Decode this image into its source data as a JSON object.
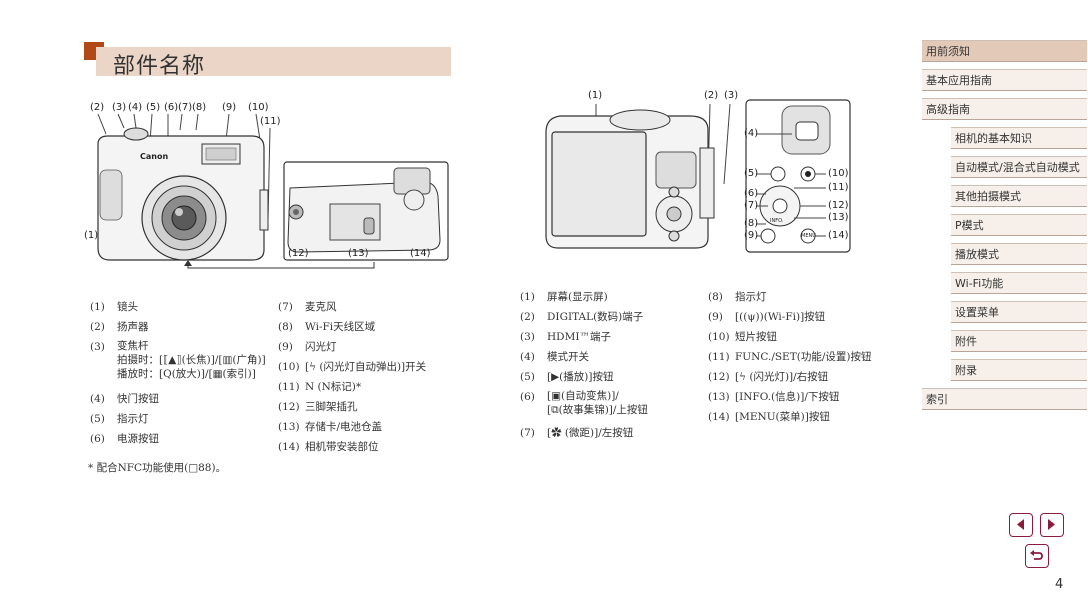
{
  "page": {
    "title": "部件名称",
    "number": "4"
  },
  "front_figure": {
    "top_labels": [
      "(2)",
      "(3)",
      "(4)",
      "(5)",
      "(6)",
      "(7)",
      "(8)",
      "(9)",
      "(10)",
      "(11)"
    ],
    "left_label": "(1)",
    "inset_labels": [
      "(12)",
      "(13)",
      "(14)"
    ],
    "brand": "Canon"
  },
  "back_figure": {
    "top_labels": [
      "(1)",
      "(2)",
      "(3)"
    ],
    "side_labels_left": [
      "(4)",
      "(5)",
      "(6)",
      "(7)",
      "(8)",
      "(9)"
    ],
    "side_labels_right": [
      "(10)",
      "(11)",
      "(12)",
      "(13)",
      "(14)"
    ],
    "btn_menu": "MENU",
    "btn_info": "INFO."
  },
  "front_parts_col1": [
    {
      "n": "(1)",
      "t": "镜头"
    },
    {
      "n": "(2)",
      "t": "扬声器"
    },
    {
      "n": "(3)",
      "t": "变焦杆",
      "sub": [
        "拍摄时：[⟦▲⟧(长焦)]/[▥(广角)]",
        "播放时：[Q(放大)]/[▦(索引)]"
      ]
    },
    {
      "n": "(4)",
      "t": "快门按钮"
    },
    {
      "n": "(5)",
      "t": "指示灯"
    },
    {
      "n": "(6)",
      "t": "电源按钮"
    }
  ],
  "front_parts_col2": [
    {
      "n": "(7)",
      "t": "麦克风"
    },
    {
      "n": "(8)",
      "t": "Wi-Fi天线区域"
    },
    {
      "n": "(9)",
      "t": "闪光灯"
    },
    {
      "n": "(10)",
      "t": "[ϟ (闪光灯自动弹出)]开关"
    },
    {
      "n": "(11)",
      "t": "N (N标记)*"
    },
    {
      "n": "(12)",
      "t": "三脚架插孔"
    },
    {
      "n": "(13)",
      "t": "存储卡/电池仓盖"
    },
    {
      "n": "(14)",
      "t": "相机带安装部位"
    }
  ],
  "back_parts_col1": [
    {
      "n": "(1)",
      "t": "屏幕(显示屏)"
    },
    {
      "n": "(2)",
      "t": "DIGITAL(数码)端子"
    },
    {
      "n": "(3)",
      "t": "HDMI™端子"
    },
    {
      "n": "(4)",
      "t": "模式开关"
    },
    {
      "n": "(5)",
      "t": "[▶(播放)]按钮"
    },
    {
      "n": "(6)",
      "t": "[▣(自动变焦)]/",
      "sub": [
        "[⧉(故事集锦)]/上按钮"
      ]
    },
    {
      "n": "(7)",
      "t": "[✿ (微距)]/左按钮"
    }
  ],
  "back_parts_col2": [
    {
      "n": "(8)",
      "t": "指示灯"
    },
    {
      "n": "(9)",
      "t": "[((ψ))(Wi-Fi)]按钮"
    },
    {
      "n": "(10)",
      "t": "短片按钮"
    },
    {
      "n": "(11)",
      "t": "FUNC./SET(功能/设置)按钮"
    },
    {
      "n": "(12)",
      "t": "[ϟ (闪光灯)]/右按钮"
    },
    {
      "n": "(13)",
      "t": "[INFO.(信息)]/下按钮"
    },
    {
      "n": "(14)",
      "t": "[MENU(菜单)]按钮"
    }
  ],
  "footnote": "* 配合NFC功能使用(□88)。",
  "nav": {
    "items": [
      {
        "label": "用前须知",
        "level": "top"
      },
      {
        "label": "基本应用指南",
        "level": "top"
      },
      {
        "label": "高级指南",
        "level": "top"
      },
      {
        "label": "相机的基本知识",
        "level": "sub"
      },
      {
        "label": "自动模式/混合式自动模式",
        "level": "sub"
      },
      {
        "label": "其他拍摄模式",
        "level": "sub"
      },
      {
        "label": "P模式",
        "level": "sub"
      },
      {
        "label": "播放模式",
        "level": "sub"
      },
      {
        "label": "Wi-Fi功能",
        "level": "sub"
      },
      {
        "label": "设置菜单",
        "level": "sub"
      },
      {
        "label": "附件",
        "level": "sub"
      },
      {
        "label": "附录",
        "level": "sub"
      },
      {
        "label": "索引",
        "level": "top"
      }
    ]
  },
  "colors": {
    "accent": "#b24a18",
    "title_bar": "#ead5c6",
    "nav_bg": "#f7efe9",
    "nav_btn": "#8a1d3e"
  },
  "icons": {
    "prev": "prev-page-icon",
    "next": "next-page-icon",
    "return": "return-icon"
  }
}
